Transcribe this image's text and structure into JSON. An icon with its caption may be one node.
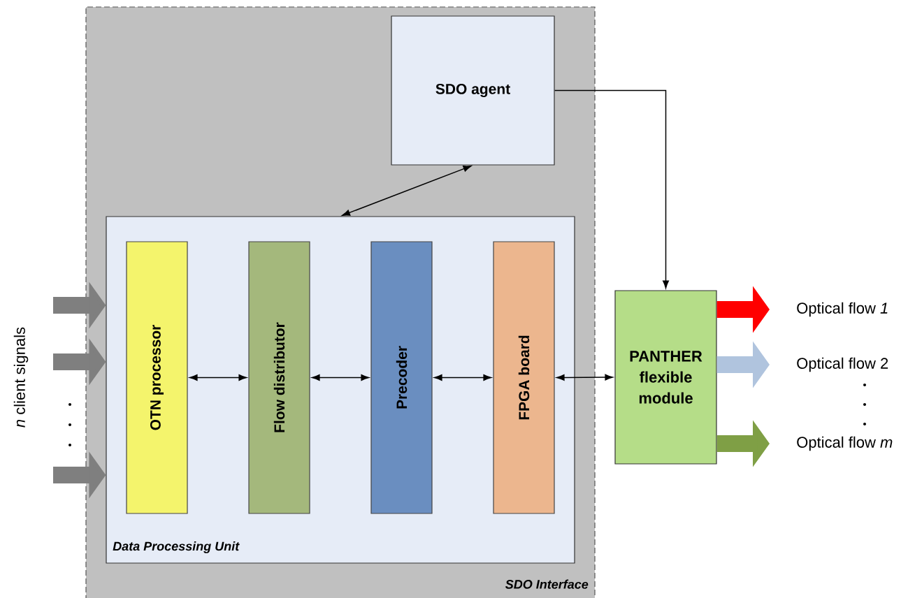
{
  "diagram": {
    "nodes": [
      {
        "text": [
          "SDO Interface"
        ]
      },
      {
        "text": [
          "SDO agent"
        ],
        "in": 0
      },
      {
        "text": [
          "Data Processing Unit"
        ],
        "in": 0
      },
      {
        "text": [
          "OTN processor"
        ],
        "in": 2
      },
      {
        "text": [
          "Flow distributor"
        ],
        "in": 2
      },
      {
        "text": [
          "Precoder"
        ],
        "in": 2
      },
      {
        "text": [
          "FPGA board"
        ],
        "in": 2
      },
      {
        "text": [
          "PANTHER flexible module"
        ]
      },
      {
        "text": [
          "Optical flow *1*"
        ]
      },
      {
        "text": [
          "Optical flow 2"
        ]
      },
      {
        "text": [
          "Optical flow *m*"
        ]
      }
    ],
    "edges": [
      {
        "from": null,
        "to": 2,
        "arrow": "to",
        "style": "thick",
        "color": "#7f7f7f"
      },
      {
        "from": null,
        "to": 2,
        "arrow": "to",
        "style": "thick",
        "color": "#7f7f7f"
      },
      {
        "from": null,
        "to": 2,
        "arrow": "to",
        "style": "thick",
        "color": "#7f7f7f"
      },
      {
        "from": 3,
        "to": 4,
        "arrow": "both"
      },
      {
        "from": 4,
        "to": 5,
        "arrow": "both"
      },
      {
        "from": 5,
        "to": 6,
        "arrow": "both"
      },
      {
        "from": 1,
        "to": 2,
        "arrow": "both"
      },
      {
        "from": 1,
        "to": 7,
        "arrow": "to"
      },
      {
        "from": 6,
        "to": 7,
        "arrow": "both"
      },
      {
        "from": 7,
        "to": 8,
        "arrow": "to",
        "style": "thick",
        "color": "#ff0000"
      },
      {
        "from": 7,
        "to": 9,
        "arrow": "to",
        "style": "thick",
        "color": "#b0c4de"
      },
      {
        "from": 7,
        "to": 10,
        "arrow": "to",
        "style": "thick",
        "color": "#7f9f45"
      }
    ],
    "labels": [
      "*n* client signals"
    ]
  }
}
